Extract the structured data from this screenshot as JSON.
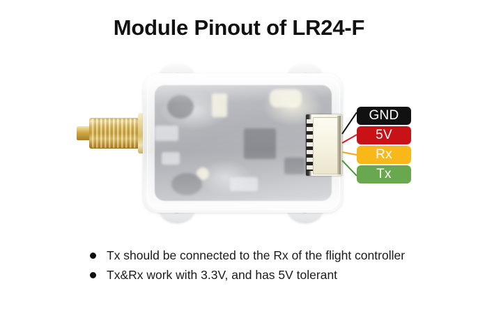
{
  "page": {
    "title": "Module Pinout of LR24-F",
    "background_color": "#ffffff"
  },
  "device": {
    "name": "LR24-F module",
    "enclosure": "translucent white plastic case",
    "antenna_connector": "SMA gold connector",
    "output_connector": "4-pin JST connector"
  },
  "pins": [
    {
      "label": "GND",
      "bg": "#111111",
      "wire_color": "#111111"
    },
    {
      "label": "5V",
      "bg": "#c81218",
      "wire_color": "#d81820"
    },
    {
      "label": "Rx",
      "bg": "#f8b81a",
      "wire_color": "#f0a81a"
    },
    {
      "label": "Tx",
      "bg": "#6aa84f",
      "wire_color": "#4a9a3a"
    }
  ],
  "notes": [
    "Tx should be connected to the Rx of the flight controller",
    "Tx&Rx work with 3.3V, and has 5V tolerant"
  ],
  "icons": {
    "bullet": "bullet-dot-icon"
  }
}
